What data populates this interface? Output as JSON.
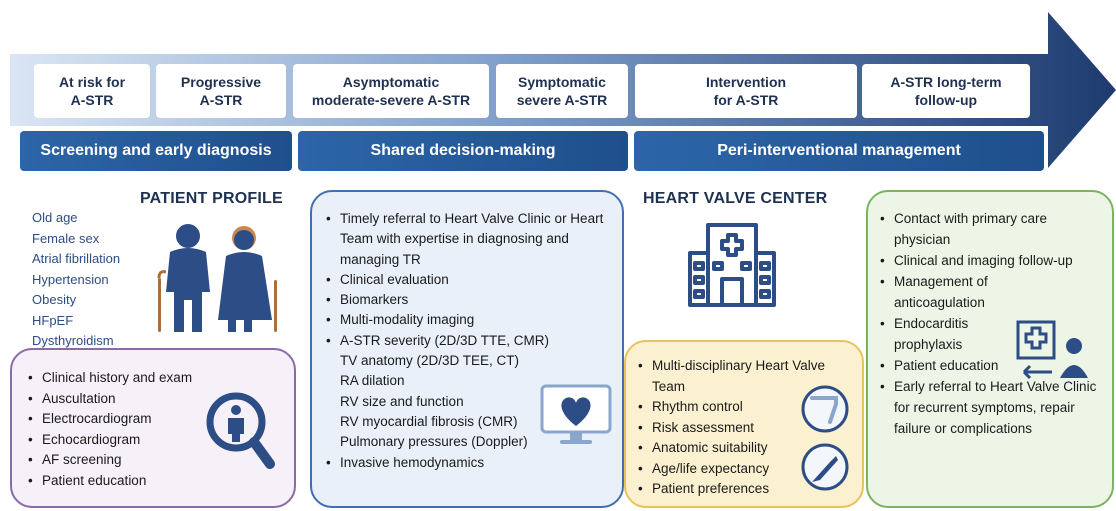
{
  "stages": [
    "At risk for\nA-STR",
    "Progressive\nA-STR",
    "Asymptomatic\nmoderate-severe A-STR",
    "Symptomatic\nsevere A-STR",
    "Intervention\nfor A-STR",
    "A-STR long-term\nfollow-up"
  ],
  "phases": [
    "Screening and early diagnosis",
    "Shared decision-making",
    "Peri-interventional management"
  ],
  "patient_profile": {
    "title": "PATIENT PROFILE",
    "risk_factors": [
      "Old age",
      "Female sex",
      "Atrial fibrillation",
      "Hypertension",
      "Obesity",
      "HFpEF",
      "Dysthyroidism"
    ],
    "screening_items": [
      "Clinical history and exam",
      "Auscultation",
      "Electrocardiogram",
      "Echocardiogram",
      "AF screening",
      "Patient education"
    ]
  },
  "decision": {
    "items": [
      {
        "text": "Timely referral to Heart Valve Clinic or Heart Team with expertise in diagnosing and managing TR"
      },
      {
        "text": "Clinical evaluation"
      },
      {
        "text": "Biomarkers"
      },
      {
        "text": "Multi-modality imaging"
      }
    ],
    "imaging_subitems": [
      "A-STR severity (2D/3D TTE, CMR)",
      "TV anatomy (2D/3D TEE, CT)",
      "RA dilation",
      "RV size and function",
      "RV myocardial fibrosis (CMR)",
      "Pulmonary pressures (Doppler)"
    ],
    "last_item": "Invasive hemodynamics"
  },
  "heart_valve_center": {
    "title": "HEART VALVE CENTER",
    "items": [
      "Multi-disciplinary Heart Valve Team",
      "Rhythm control",
      "Risk assessment",
      "Anatomic suitability",
      "Age/life expectancy",
      "Patient preferences"
    ]
  },
  "follow_up": {
    "items": [
      "Contact with primary care physician",
      "Clinical and imaging follow-up",
      "Management of anticoagulation",
      "Endocarditis prophylaxis",
      "Patient education",
      "Early referral to Heart Valve Clinic for recurrent symptoms, repair failure or complications"
    ]
  },
  "colors": {
    "navy": "#1f3150",
    "phase_blue": "#2c66a8",
    "purple_border": "#8a6aa8",
    "purple_fill": "#f6f1f8",
    "blue_border": "#3f6fb0",
    "blue_fill": "#e9f0f9",
    "yellow_border": "#e8c35a",
    "yellow_fill": "#fbf1d0",
    "green_border": "#7cb35e",
    "green_fill": "#edf6e6"
  }
}
